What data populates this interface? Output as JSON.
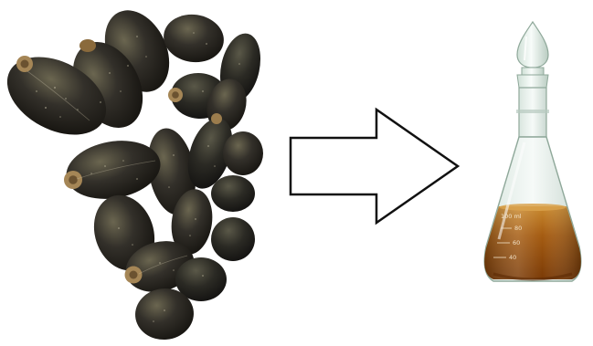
{
  "flask": {
    "graduation_label": "100 ml",
    "graduation_marks": [
      "80",
      "60",
      "40"
    ]
  }
}
